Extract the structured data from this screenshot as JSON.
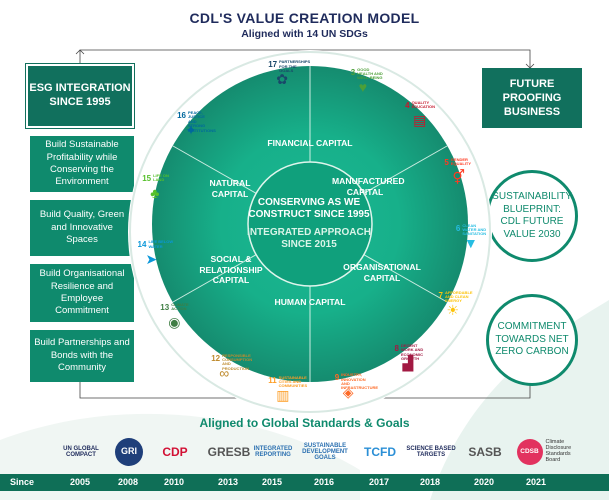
{
  "title": "CDL'S VALUE CREATION MODEL",
  "subtitle": "Aligned with 14 UN SDGs",
  "left": {
    "heading": "ESG INTEGRATION SINCE 1995",
    "items": [
      "Build Sustainable Profitability while Conserving the Environment",
      "Build Quality, Green and Innovative Spaces",
      "Build Organisational Resilience and Employee Commitment",
      "Build Partnerships and Bonds with the Community"
    ]
  },
  "right": {
    "heading": "FUTURE PROOFING BUSINESS",
    "circle1": "SUSTAINABILITY BLUEPRINT: CDL FUTURE VALUE 2030",
    "circle2": "COMMITMENT TOWARDS NET ZERO CARBON"
  },
  "center": {
    "line1": "CONSERVING AS WE CONSTRUCT SINCE 1995",
    "line2": "INTEGRATED APPROACH SINCE 2015"
  },
  "capitals": {
    "financial": "FINANCIAL CAPITAL",
    "manufactured": "MANUFACTURED CAPITAL",
    "organisational": "ORGANISATIONAL CAPITAL",
    "human": "HUMAN CAPITAL",
    "social": "SOCIAL & RELATIONSHIP CAPITAL",
    "natural": "NATURAL CAPITAL"
  },
  "sdgs": [
    {
      "num": "17",
      "label": "Partnerships for the goals",
      "color": "#19486a",
      "icon": "partnership-icon",
      "glyph": "✿"
    },
    {
      "num": "3",
      "label": "Good health and well-being",
      "color": "#4c9f38",
      "icon": "heartbeat-icon",
      "glyph": "♥"
    },
    {
      "num": "4",
      "label": "Quality education",
      "color": "#c5192d",
      "icon": "book-icon",
      "glyph": "▤"
    },
    {
      "num": "5",
      "label": "Gender equality",
      "color": "#ff3a21",
      "icon": "gender-icon",
      "glyph": "⚥"
    },
    {
      "num": "6",
      "label": "Clean water and sanitation",
      "color": "#26bde2",
      "icon": "water-icon",
      "glyph": "▼"
    },
    {
      "num": "7",
      "label": "Affordable and clean energy",
      "color": "#fcc30b",
      "icon": "sun-icon",
      "glyph": "☀"
    },
    {
      "num": "8",
      "label": "Decent work and economic growth",
      "color": "#a21942",
      "icon": "growth-chart-icon",
      "glyph": "▟"
    },
    {
      "num": "9",
      "label": "Industry, innovation and infrastructure",
      "color": "#fd6925",
      "icon": "blocks-icon",
      "glyph": "◈"
    },
    {
      "num": "11",
      "label": "Sustainable cities and communities",
      "color": "#fd9d24",
      "icon": "city-icon",
      "glyph": "▥"
    },
    {
      "num": "12",
      "label": "Responsible consumption and production",
      "color": "#bf8b2e",
      "icon": "infinity-icon",
      "glyph": "∞"
    },
    {
      "num": "13",
      "label": "Climate action",
      "color": "#3f7e44",
      "icon": "eye-globe-icon",
      "glyph": "◉"
    },
    {
      "num": "14",
      "label": "Life below water",
      "color": "#0a97d9",
      "icon": "fish-icon",
      "glyph": "➤"
    },
    {
      "num": "15",
      "label": "Life on land",
      "color": "#56c02b",
      "icon": "tree-icon",
      "glyph": "♣"
    },
    {
      "num": "16",
      "label": "Peace, justice and strong institutions",
      "color": "#00689d",
      "icon": "dove-icon",
      "glyph": "✦"
    }
  ],
  "standards_title": "Aligned to Global Standards & Goals",
  "logos": [
    {
      "name": "UN Global Compact",
      "text": "UN GLOBAL COMPACT",
      "color": "#1f2b5c",
      "icon": "un-globe-icon"
    },
    {
      "name": "GRI",
      "text": "GRI",
      "color": "#1f2b5c",
      "icon": "gri-logo-icon"
    },
    {
      "name": "CDP",
      "text": "CDP",
      "color": "#d21034",
      "icon": "cdp-logo-icon"
    },
    {
      "name": "GRESB",
      "text": "GRESB",
      "color": "#555555",
      "icon": "gresb-logo-icon"
    },
    {
      "name": "Integrated Reporting",
      "text": "INTEGRATED REPORTING",
      "color": "#2a6fb0",
      "icon": "ir-logo-icon"
    },
    {
      "name": "Sustainable Development Goals",
      "text": "SUSTAINABLE DEVELOPMENT GOALS",
      "color": "#2a6fb0",
      "icon": "sdg-logo-icon"
    },
    {
      "name": "TCFD",
      "text": "TCFD",
      "color": "#2b8fd6",
      "icon": "tcfd-logo-icon"
    },
    {
      "name": "Science Based Targets",
      "text": "SCIENCE BASED TARGETS",
      "color": "#1f2b5c",
      "icon": "sbt-logo-icon"
    },
    {
      "name": "SASB",
      "text": "SASB",
      "color": "#555555",
      "icon": "sasb-logo-icon"
    },
    {
      "name": "CDSB",
      "text": "CDSB",
      "color": "#e2325f",
      "icon": "cdsb-logo-icon",
      "caption": "Climate Disclosure Standards Board"
    }
  ],
  "since_label": "Since",
  "years": [
    "2005",
    "2008",
    "2010",
    "2013",
    "2015",
    "2016",
    "2017",
    "2018",
    "2020",
    "2021"
  ],
  "colors": {
    "primary_green": "#0f8a6d",
    "dark_green": "#11705d",
    "navy": "#1f2b5c"
  }
}
